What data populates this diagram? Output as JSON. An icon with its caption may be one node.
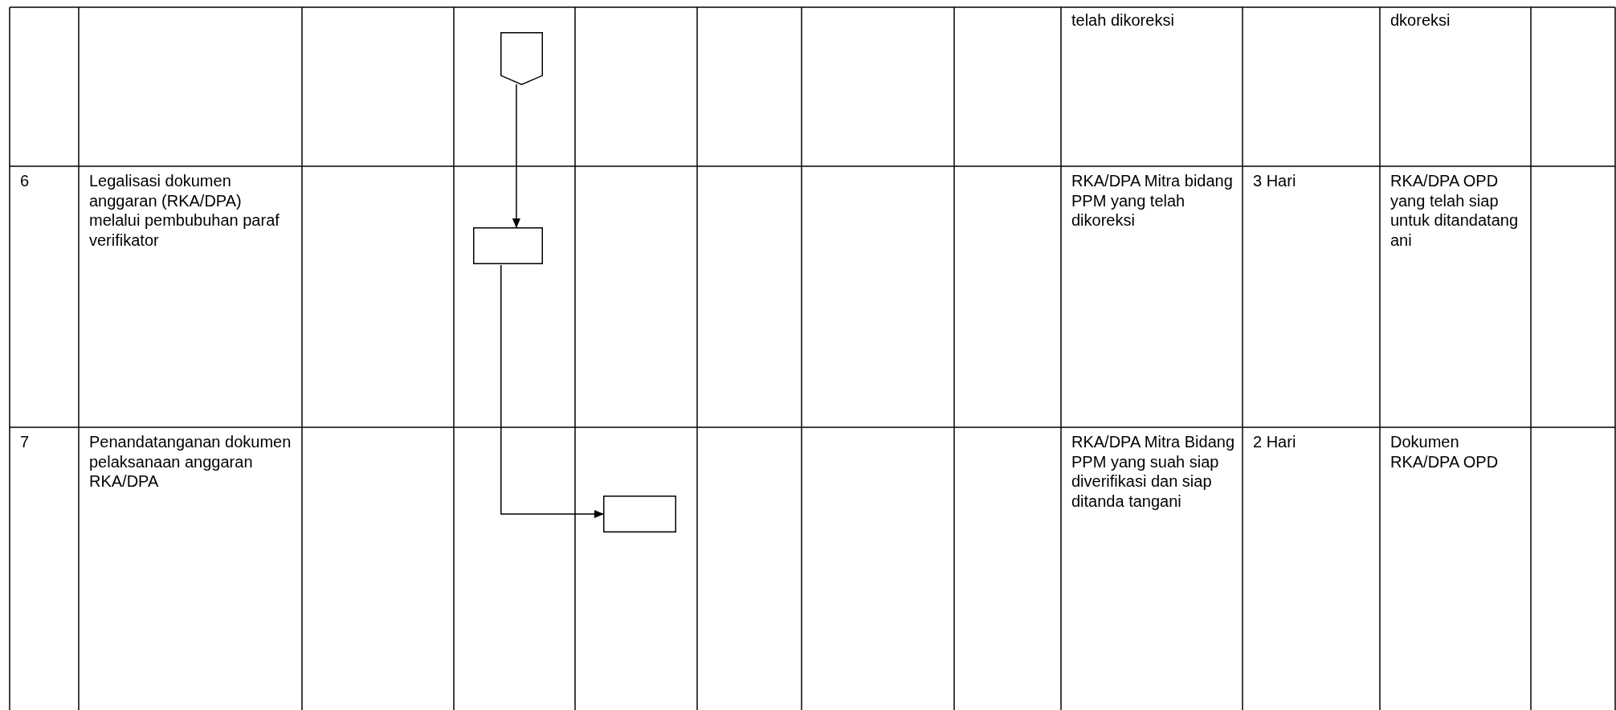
{
  "diagram": {
    "nodes": [
      {
        "text": [],
        "shape": "pentagon"
      },
      {
        "text": [],
        "shape": "box"
      },
      {
        "text": [],
        "shape": "box"
      }
    ],
    "edges": [
      {
        "from": 0,
        "to": 1,
        "arrow": "to"
      },
      {
        "from": 1,
        "to": 2,
        "arrow": "to"
      }
    ],
    "labels": [
      "telah dikoreksi",
      "dkoreksi",
      "6",
      "Legalisasi dokumen anggaran (RKA/DPA) melalui pembubuhan paraf verifikator",
      "RKA/DPA Mitra bidang PPM yang telah dikoreksi",
      "3 Hari",
      "RKA/DPA OPD yang telah siap untuk ditandatang ani",
      "7",
      "Penandatanganan dokumen pelaksanaan anggaran RKA/DPA",
      "RKA/DPA Mitra Bidang PPM yang suah siap diverifikasi dan siap ditanda tangani",
      "2 Hari",
      "Dokumen RKA/DPA OPD"
    ]
  }
}
